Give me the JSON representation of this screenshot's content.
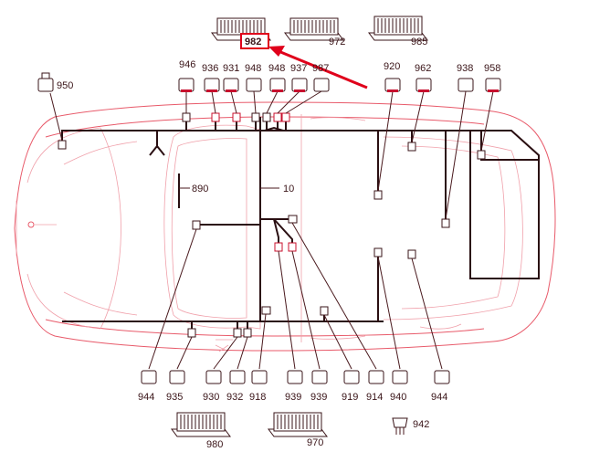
{
  "diagram": {
    "highlight": {
      "label": "982",
      "color": "#e0001b"
    },
    "labels": {
      "c950": "950",
      "c946": "946",
      "c936": "936",
      "c931": "931",
      "c948a": "948",
      "c948b": "948",
      "c937": "937",
      "c987": "987",
      "c920": "920",
      "c962": "962",
      "c938": "938",
      "c958": "958",
      "c890": "890",
      "c10": "10",
      "c944a": "944",
      "c935": "935",
      "c930": "930",
      "c932": "932",
      "c918": "918",
      "c939a": "939",
      "c939b": "939",
      "c919": "919",
      "c914": "914",
      "c940": "940",
      "c944b": "944",
      "c942": "942",
      "c982": "982",
      "c972": "972",
      "c985": "985",
      "c980": "980",
      "c970": "970"
    },
    "colors": {
      "harness": "#2a0f12",
      "car_outline": "#e85a6a",
      "arrow": "#e0001b"
    }
  }
}
